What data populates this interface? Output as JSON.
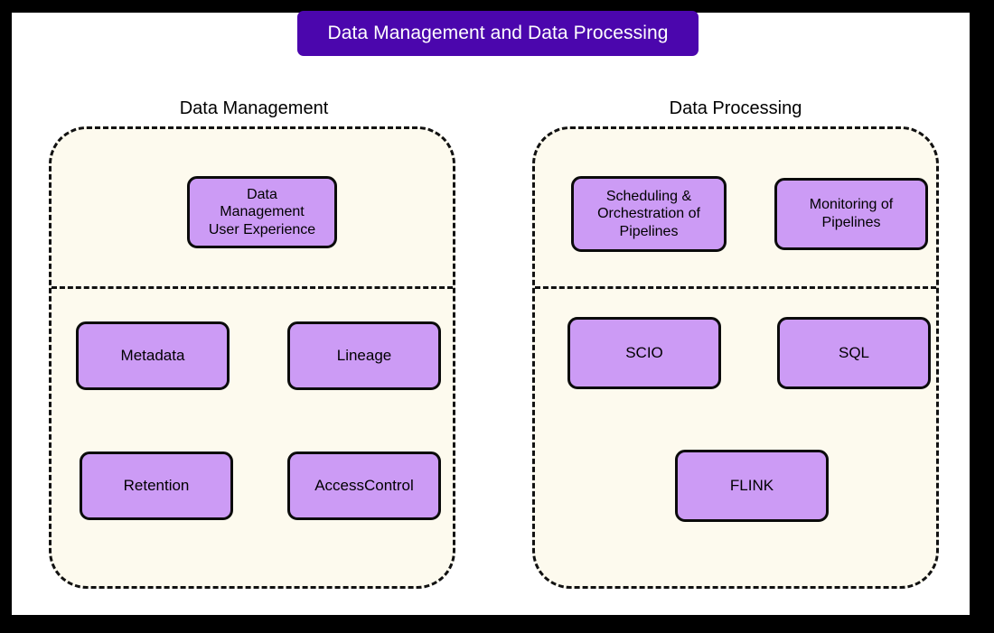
{
  "title": {
    "text": "Data Management and Data Processing",
    "banner_color": "#4B06AD",
    "text_color": "#FFFFFF"
  },
  "theme": {
    "canvas_background": "#FFFFFF",
    "frame_color": "#000000",
    "group_fill": "#FDFAEE",
    "group_border": "#111111",
    "node_fill": "#CC9BF5",
    "node_border": "#0B0B0B",
    "node_text_color": "#000000"
  },
  "groups": [
    {
      "id": "data-management",
      "heading": "Data Management",
      "top_section": [
        {
          "id": "data-management-user-experience",
          "label": "Data\nManagement\nUser Experience"
        }
      ],
      "bottom_section": [
        {
          "id": "metadata",
          "label": "Metadata"
        },
        {
          "id": "lineage",
          "label": "Lineage"
        },
        {
          "id": "retention",
          "label": "Retention"
        },
        {
          "id": "accesscontrol",
          "label": "AccessControl"
        }
      ]
    },
    {
      "id": "data-processing",
      "heading": "Data Processing",
      "top_section": [
        {
          "id": "scheduling-orchestration-of-pipelines",
          "label": "Scheduling &\nOrchestration of\nPipelines"
        },
        {
          "id": "monitoring-of-pipelines",
          "label": "Monitoring of\nPipelines"
        }
      ],
      "bottom_section": [
        {
          "id": "scio",
          "label": "SCIO"
        },
        {
          "id": "sql",
          "label": "SQL"
        },
        {
          "id": "flink",
          "label": "FLINK"
        }
      ]
    }
  ]
}
